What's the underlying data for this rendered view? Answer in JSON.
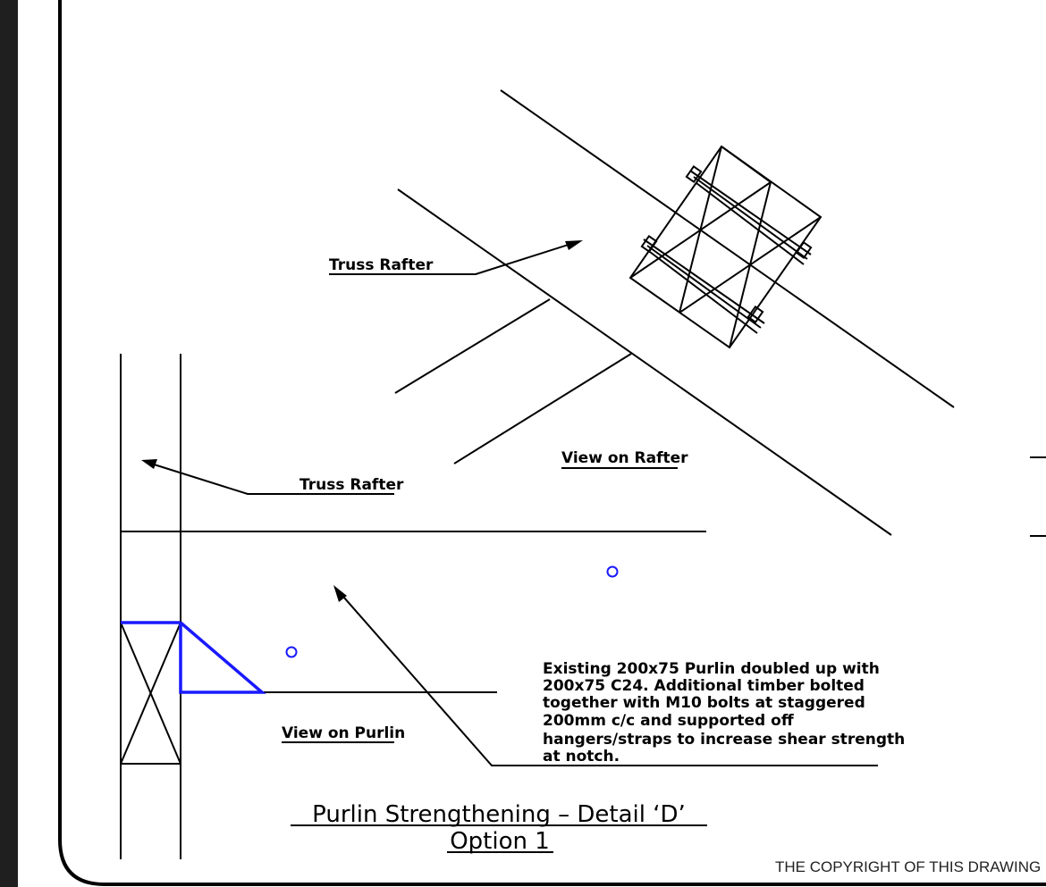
{
  "labels": {
    "truss_rafter_top": "Truss Rafter",
    "truss_rafter_left": "Truss Rafter",
    "view_on_rafter": "View on Rafter",
    "view_on_purlin": "View on Purlin"
  },
  "note": {
    "line1": "Existing 200x75 Purlin doubled up with",
    "line2": "200x75 C24. Additional timber bolted",
    "line3": "together with M10 bolts at staggered",
    "line4": "200mm c/c and supported off",
    "line5": "hangers/straps to increase shear strength",
    "line6": "at notch."
  },
  "title": {
    "line1": "Purlin Strengthening – Detail ‘D’",
    "line2": "Option 1"
  },
  "copyright": "THE COPYRIGHT OF THIS DRAWING",
  "colors": {
    "ink": "#000000",
    "accent_blue": "#1a1aff",
    "frame_outside": "#1f1f1f",
    "paper": "#ffffff"
  }
}
